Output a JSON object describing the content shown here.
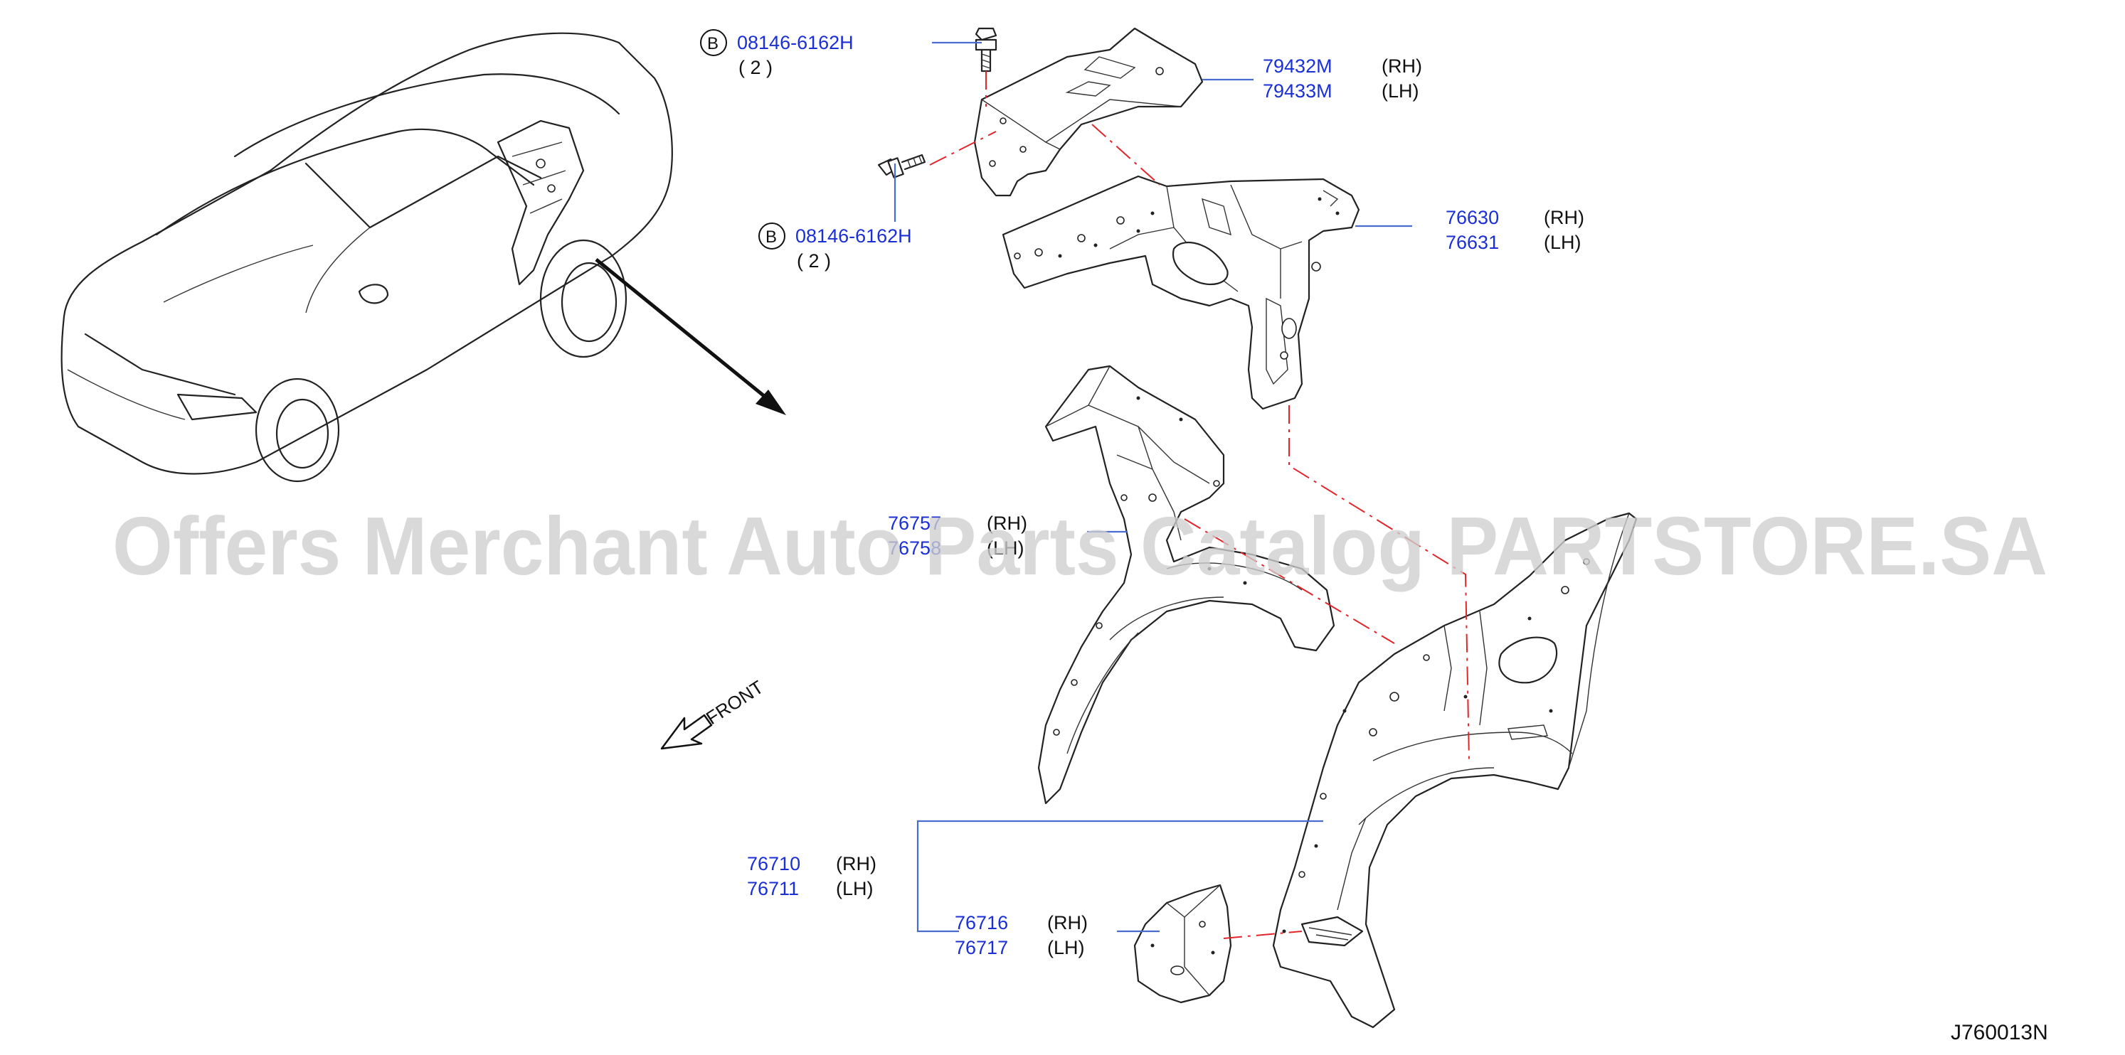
{
  "callouts": {
    "bolt_upper": {
      "badge": "B",
      "part_no": "08146-6162H",
      "qty": "( 2 )"
    },
    "bolt_lower": {
      "badge": "B",
      "part_no": "08146-6162H",
      "qty": "( 2 )"
    },
    "bracket_79432": {
      "rh_no": "79432M",
      "rh": "(RH)",
      "lh_no": "79433M",
      "lh": "(LH)"
    },
    "panel_76630": {
      "rh_no": "76630",
      "rh": "(RH)",
      "lh_no": "76631",
      "lh": "(LH)"
    },
    "housing_7675x": {
      "rh_no": "76757",
      "rh": "(RH)",
      "lh_no": "76758",
      "lh": "(LH)"
    },
    "outer_76710": {
      "rh_no": "76710",
      "rh": "(RH)",
      "lh_no": "76711",
      "lh": "(LH)"
    },
    "extension_76716": {
      "rh_no": "76716",
      "rh": "(RH)",
      "lh_no": "76717",
      "lh": "(LH)"
    }
  },
  "labels": {
    "front": "FRONT",
    "watermark": "Offers Merchant Auto Parts Catalog PARTSTORE.SA",
    "diagram_code": "J760013N"
  },
  "colors": {
    "part_number": "#1a2fd6",
    "leader_line": "#4a6bd0",
    "phantom_line": "#e0262b",
    "watermark": "#cfcfcf"
  }
}
